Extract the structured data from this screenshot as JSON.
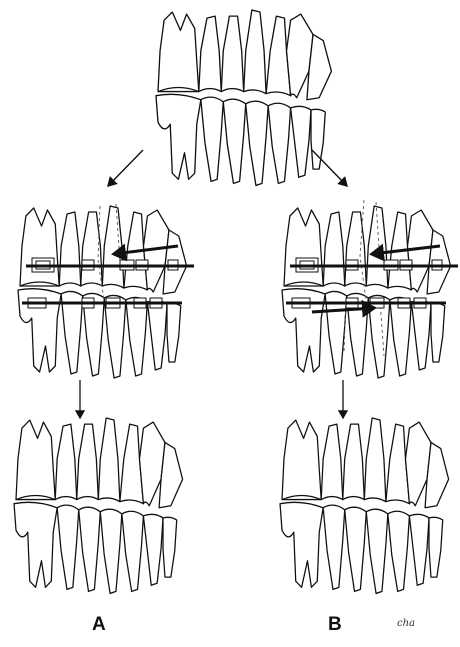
{
  "labels": {
    "a": "A",
    "b": "B"
  },
  "signature": "cha",
  "colors": {
    "ink": "#111111",
    "paper": "#ffffff",
    "dashed": "#555555"
  }
}
